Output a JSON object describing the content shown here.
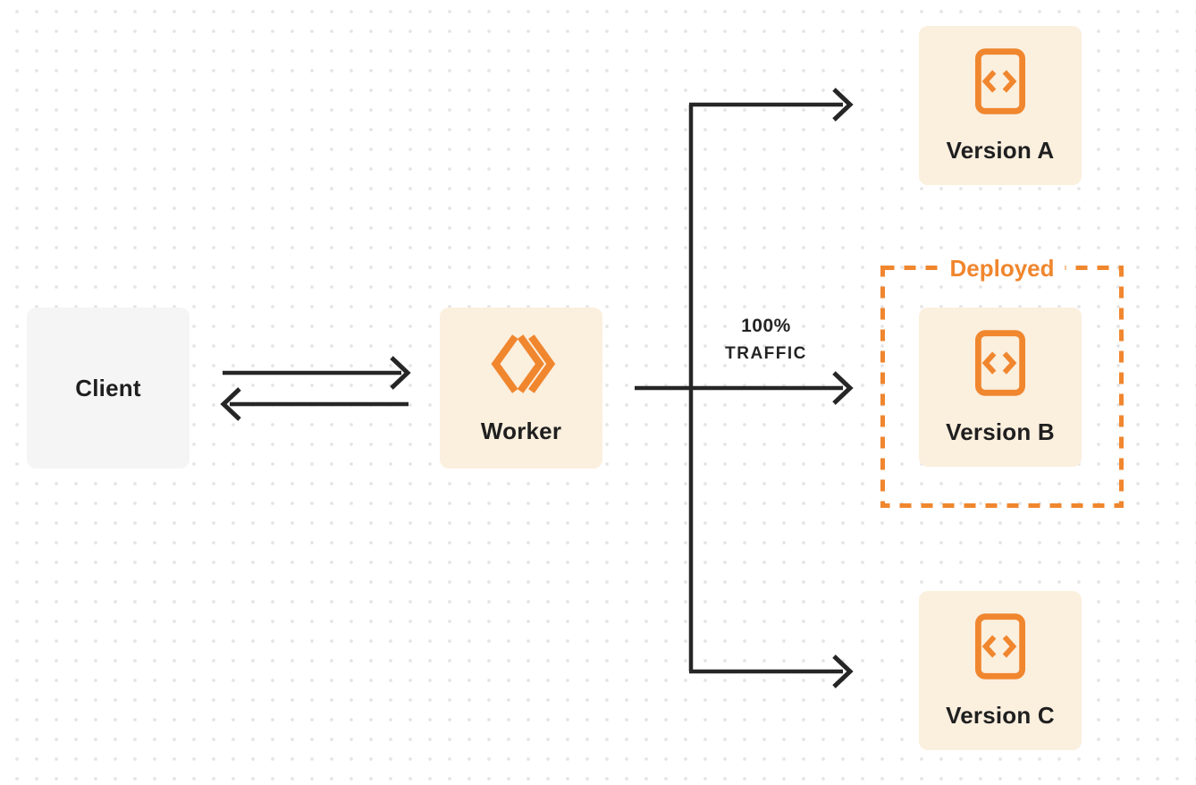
{
  "diagram": {
    "client": {
      "label": "Client"
    },
    "worker": {
      "label": "Worker"
    },
    "flow": {
      "traffic_percent": "100%",
      "traffic_word": "TRAFFIC"
    },
    "deployed": {
      "label": "Deployed"
    },
    "versions": [
      {
        "label": "Version A",
        "deployed": false
      },
      {
        "label": "Version B",
        "deployed": true
      },
      {
        "label": "Version C",
        "deployed": false
      }
    ],
    "icons": {
      "worker": "workers-chevrons-icon",
      "version": "code-file-icon"
    }
  },
  "colors": {
    "background": "#FFFFFF",
    "dot_grid": "#E4E4E4",
    "client_box_fill": "#F5F5F6",
    "version_box_fill": "#FBEFDE",
    "accent_orange": "#F0862E",
    "arrow_dark": "#262626",
    "text_dark": "#1F1F1F"
  }
}
